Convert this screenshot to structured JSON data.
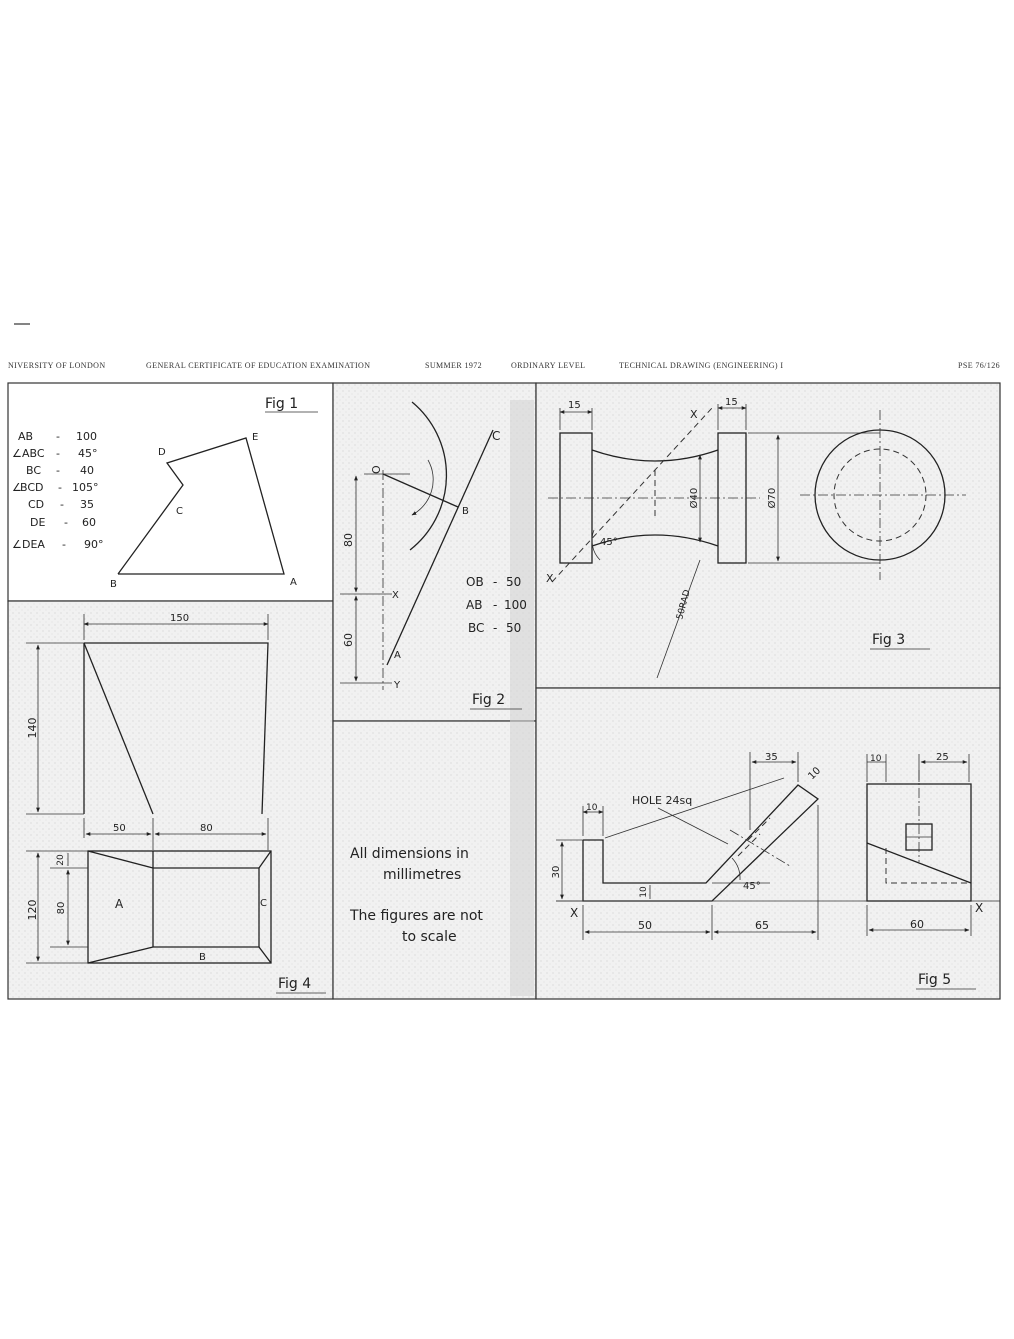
{
  "header": {
    "university": "NIVERSITY OF LONDON",
    "certificate": "GENERAL CERTIFICATE OF EDUCATION EXAMINATION",
    "session": "SUMMER 1972",
    "level": "ORDINARY LEVEL",
    "subject": "TECHNICAL DRAWING (ENGINEERING) I",
    "code": "PSE 76/126"
  },
  "fig1": {
    "label": "Fig 1",
    "specs": [
      {
        "name": "AB",
        "value": "100"
      },
      {
        "name": "ABC",
        "value": "45°"
      },
      {
        "name": "BC",
        "value": "40"
      },
      {
        "name": "BCD",
        "value": "105°"
      },
      {
        "name": "CD",
        "value": "35"
      },
      {
        "name": "DE",
        "value": "60"
      },
      {
        "name": "DEA",
        "value": "90°"
      }
    ],
    "points": {
      "a": "A",
      "b": "B",
      "c": "C",
      "d": "D",
      "e": "E"
    }
  },
  "fig2": {
    "label": "Fig 2",
    "dim_upper": "80",
    "dim_lower": "60",
    "points": {
      "o": "O",
      "b": "B",
      "c": "C",
      "x": "X",
      "a": "A",
      "y": "Y"
    },
    "specs": [
      {
        "name": "OB",
        "value": "50"
      },
      {
        "name": "AB",
        "value": "100"
      },
      {
        "name": "BC",
        "value": "50"
      }
    ]
  },
  "fig3": {
    "label": "Fig 3",
    "dims": {
      "left_flange": "15",
      "right_flange": "15",
      "diameter_40": "Ø40",
      "diameter_70": "Ø70",
      "radius": "50RAD",
      "angle": "45°"
    },
    "x_top": "X",
    "x_bottom": "X"
  },
  "fig4": {
    "label": "Fig 4",
    "dims": {
      "width": "150",
      "height": "140",
      "left_part": "50",
      "right_part": "80",
      "total_height": "120",
      "inner_height": "80",
      "top_offset": "20"
    },
    "regions": {
      "a": "A",
      "b": "B",
      "c": "C"
    }
  },
  "notes": {
    "line1": "All dimensions in",
    "line2": "millimetres",
    "line3": "The figures are not",
    "line4": "to scale"
  },
  "fig5": {
    "label": "Fig 5",
    "hole": "HOLE 24sq",
    "dims": {
      "d35": "35",
      "d10_diag": "10",
      "d10_top": "10",
      "d30": "30",
      "d10_inner": "10",
      "d50": "50",
      "d65": "65",
      "angle": "45°",
      "d10_side": "10",
      "d25": "25",
      "d60": "60"
    },
    "x_left": "X",
    "x_right": "X"
  }
}
